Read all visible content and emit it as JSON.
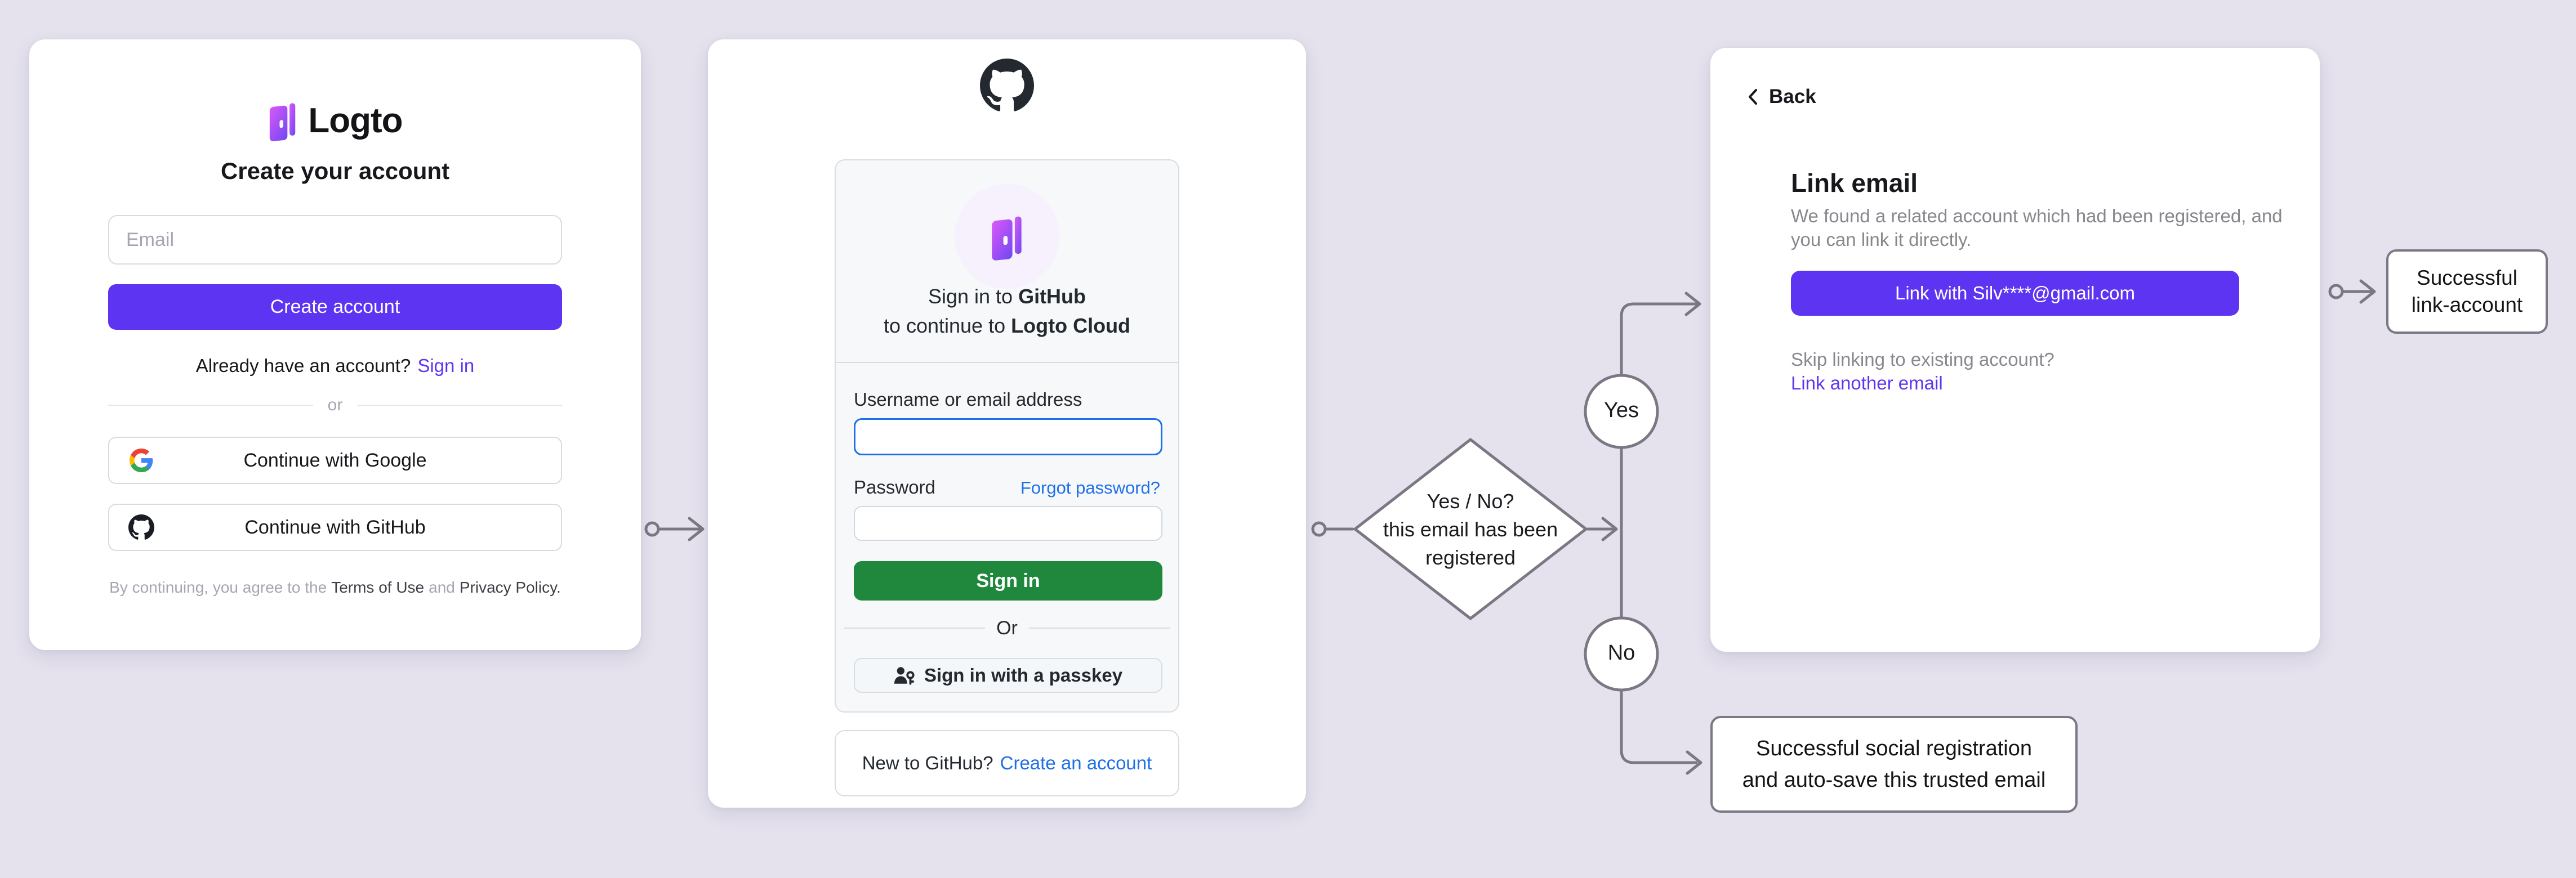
{
  "colors": {
    "accent-purple": "#5d34f2",
    "github-green": "#1f883d",
    "github-blue": "#1f6feb",
    "flow-stroke": "#7b7884",
    "canvas-bg": "#e5e2ee"
  },
  "left_card": {
    "logo_text": "Logto",
    "heading": "Create your account",
    "email_placeholder": "Email",
    "create_button": "Create account",
    "signin_prompt": "Already have an account?",
    "signin_link": "Sign in",
    "divider": "or",
    "google_button": "Continue with Google",
    "github_button": "Continue with GitHub",
    "terms_prefix": "By continuing, you agree to the",
    "terms_link": "Terms of Use",
    "terms_conjunction": "and",
    "privacy_link": "Privacy Policy."
  },
  "middle_card": {
    "header_line1_prefix": "Sign in to",
    "header_line1_bold": "GitHub",
    "header_line2_prefix": "to continue to",
    "header_line2_bold": "Logto Cloud",
    "username_label": "Username or email address",
    "password_label": "Password",
    "forgot_password_link": "Forgot password?",
    "signin_button": "Sign in",
    "or_divider": "Or",
    "passkey_button": "Sign in with a passkey",
    "footer_prompt": "New to GitHub?",
    "footer_link": "Create an account"
  },
  "right_card": {
    "back_label": "Back",
    "heading": "Link email",
    "description_line1": "We found a related account which had been registered, and",
    "description_line2": "you can link it directly.",
    "link_button": "Link with Silv****@gmail.com",
    "skip_text": "Skip linking to existing account?",
    "link_another": "Link another email"
  },
  "flow": {
    "decision": {
      "line1": "Yes / No?",
      "line2": "this email has been",
      "line3": "registered"
    },
    "yes_label": "Yes",
    "no_label": "No",
    "outcome_link": {
      "line1": "Successful",
      "line2": "link-account"
    },
    "outcome_social": {
      "line1": "Successful social registration",
      "line2": "and auto-save this trusted email"
    }
  }
}
